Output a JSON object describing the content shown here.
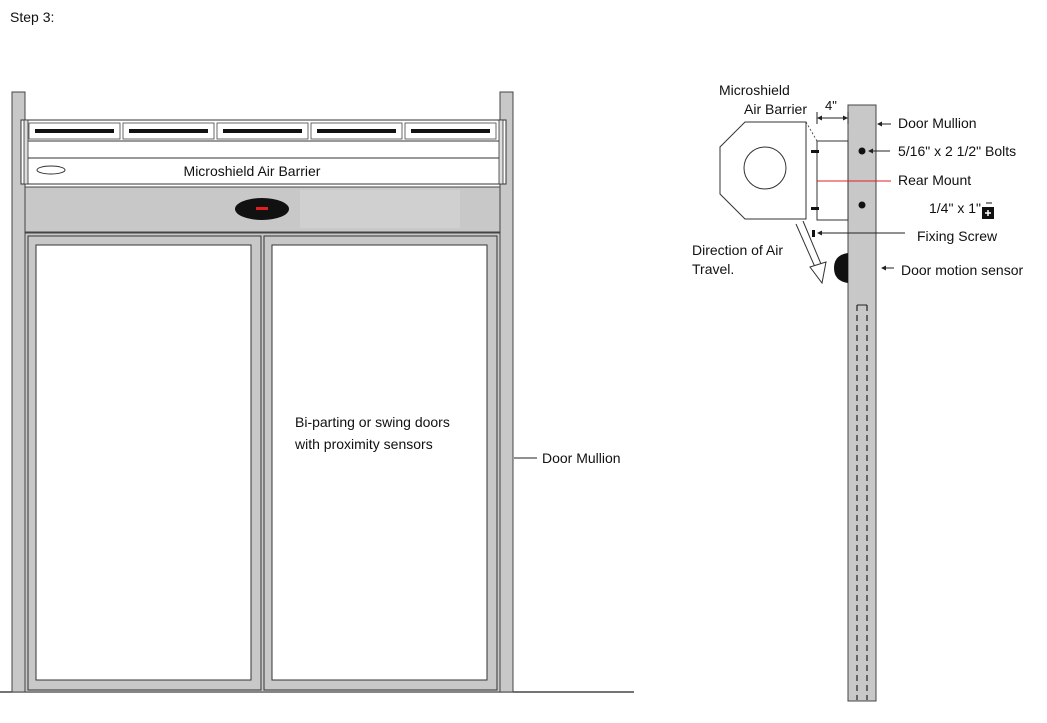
{
  "step_label": "Step 3:",
  "front_view": {
    "air_barrier_label": "Microshield Air Barrier",
    "door_caption_line1": "Bi-parting or swing doors",
    "door_caption_line2": "with proximity sensors",
    "mullion_label": "Door Mullion"
  },
  "side_view": {
    "air_barrier_line1": "Microshield",
    "air_barrier_line2": "Air Barrier",
    "clearance_dim": "4\"",
    "mullion_label": "Door Mullion",
    "bolts_label": "5/16\" x 2 1/2\" Bolts",
    "rear_mount_label": "Rear Mount",
    "screw_size_label": "1/4\" x 1\"",
    "fixing_screw_label": "Fixing Screw",
    "air_direction_line1": "Direction of Air",
    "air_direction_line2": "Travel.",
    "sensor_label": "Door motion sensor"
  },
  "colors": {
    "frame_gray": "#c8c8c8",
    "line": "#222222",
    "sensor_red": "#e02020",
    "rear_mount_red": "#e02020"
  }
}
